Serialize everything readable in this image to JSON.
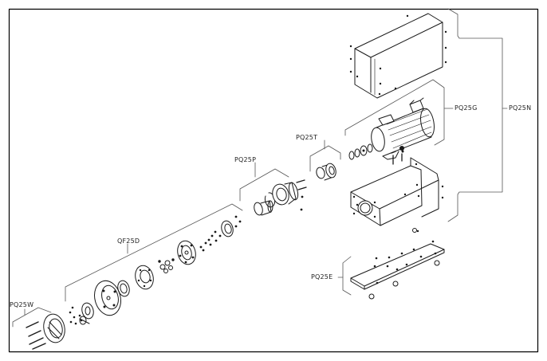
{
  "labels": {
    "pq25w": "PQ25W",
    "qf25d": "QF25D",
    "pq25p": "PQ25P",
    "pq25t": "PQ25T",
    "pq25g": "PQ25G",
    "pq25n": "PQ25N",
    "pq25e": "PQ25E"
  },
  "colors": {
    "line": "#1a1a1a",
    "bracket": "#555555",
    "frame": "#000000",
    "background": "#ffffff"
  }
}
